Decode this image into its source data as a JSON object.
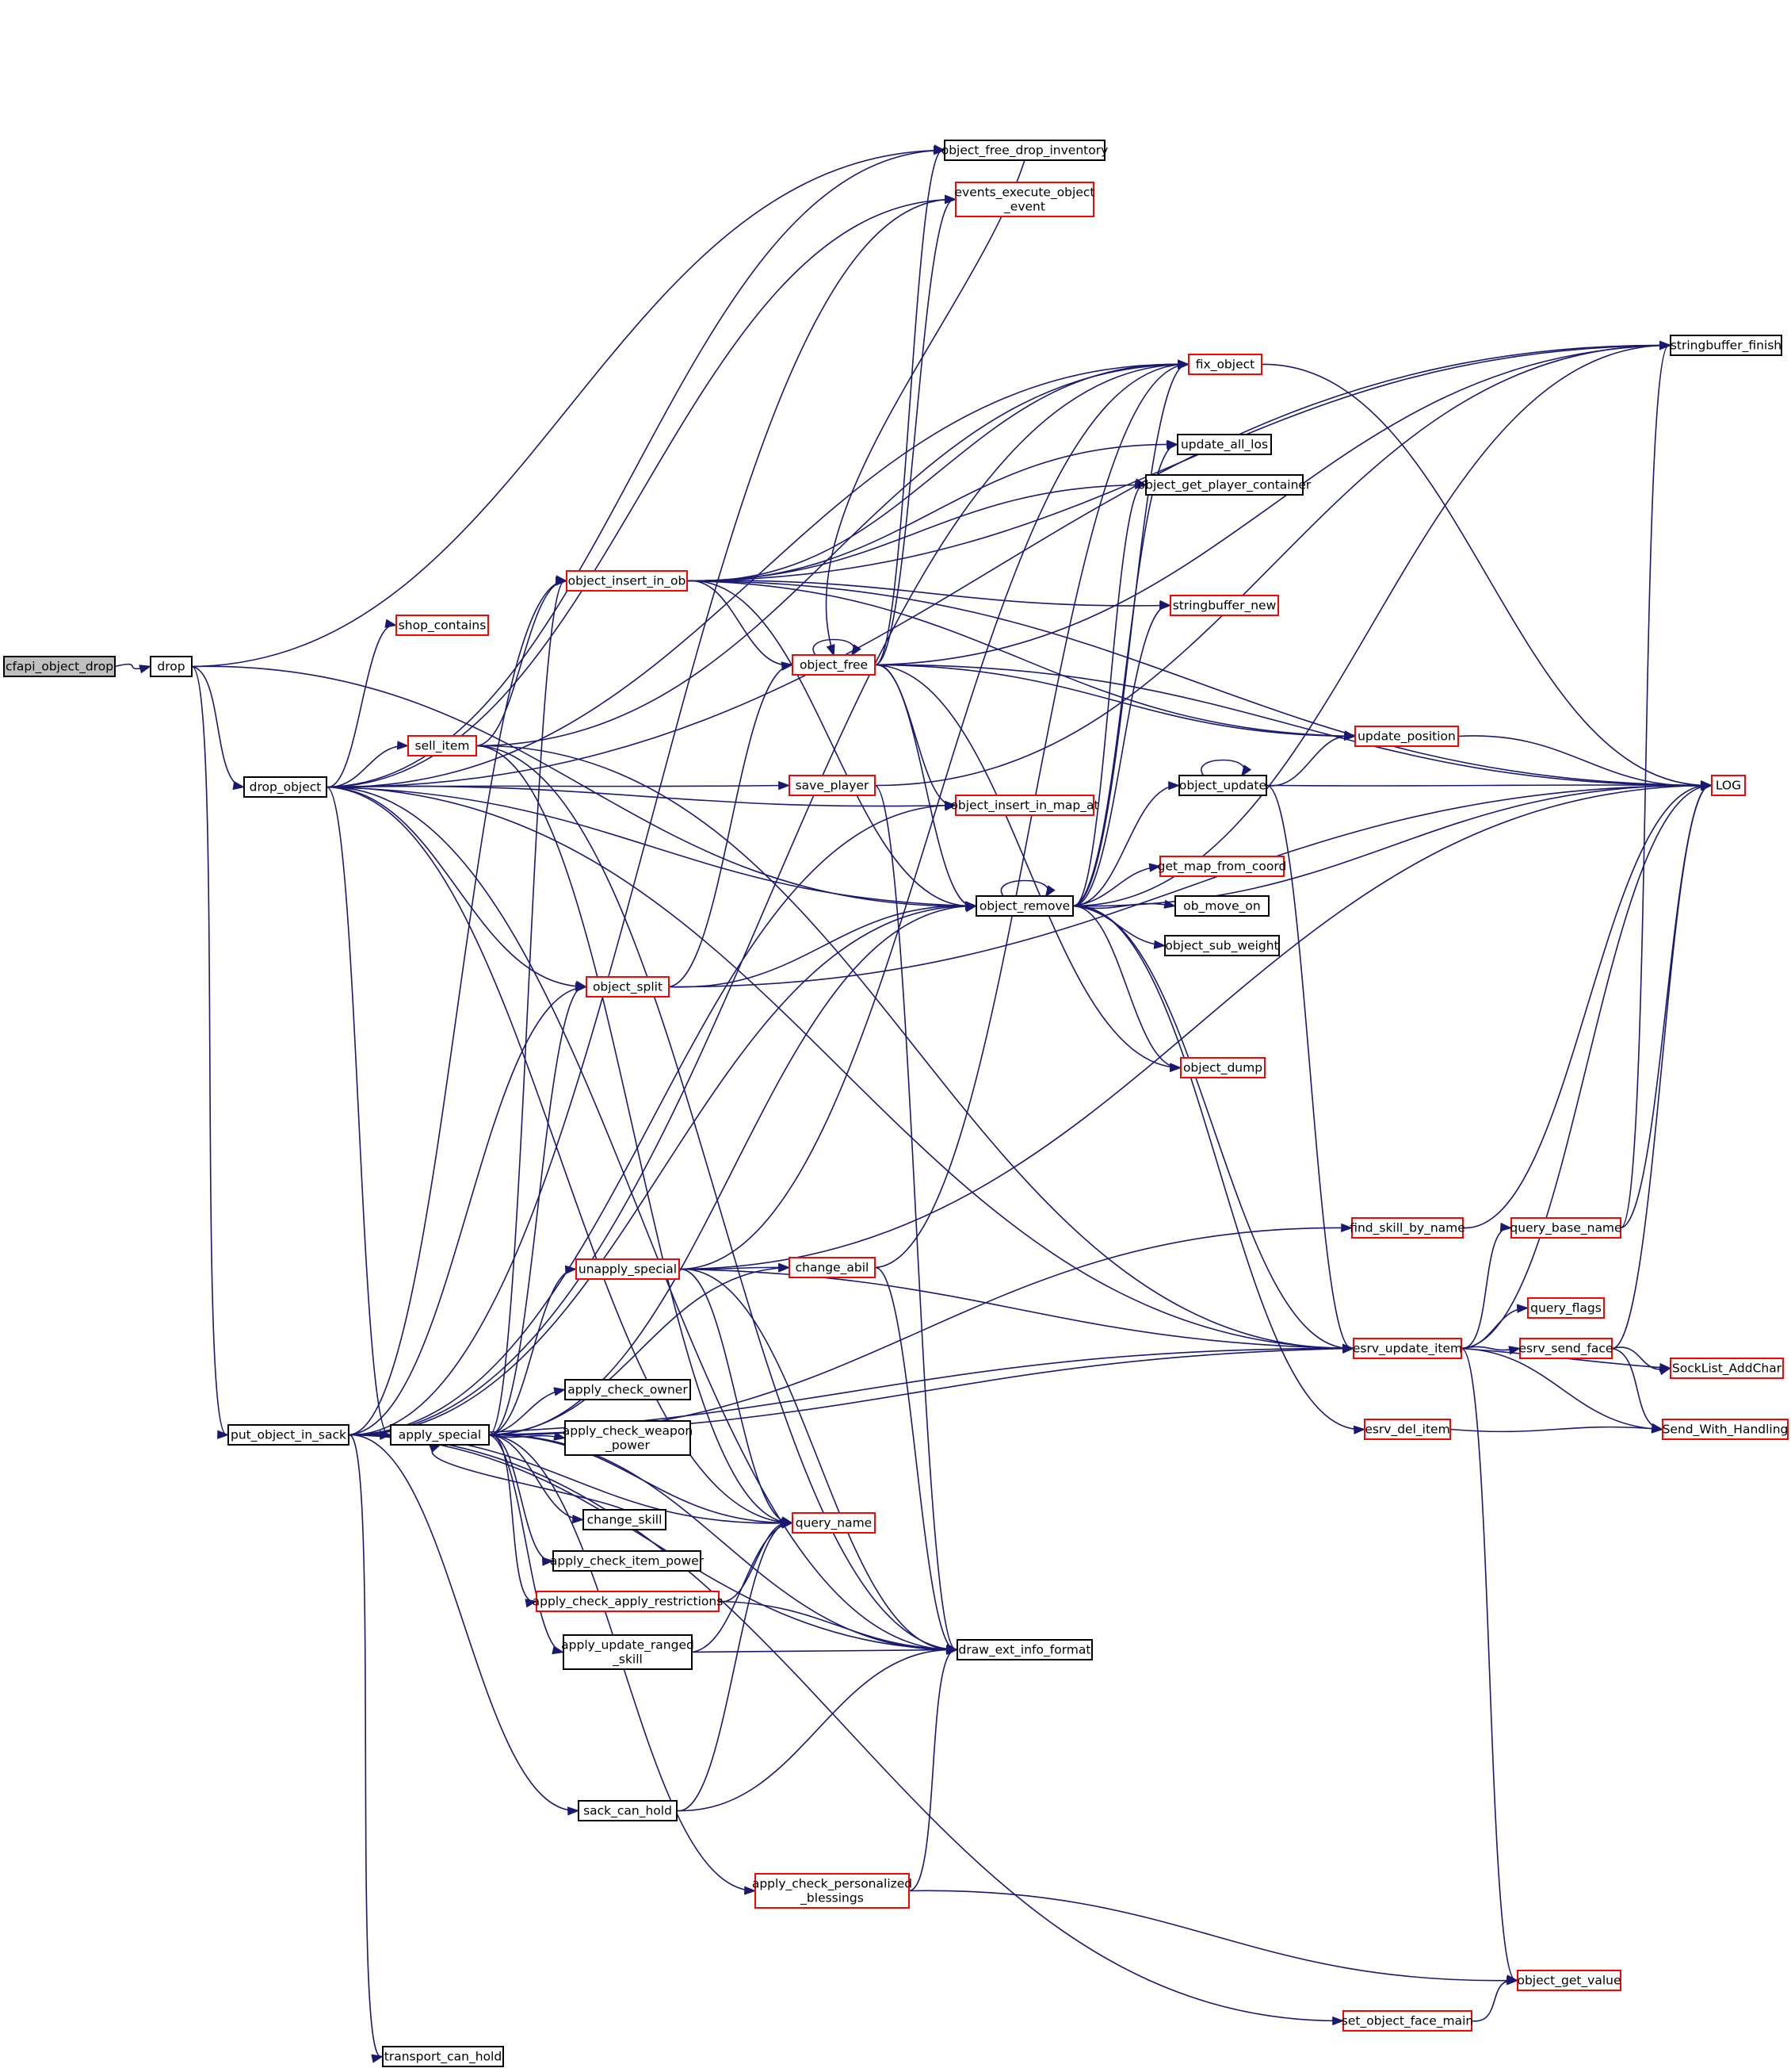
{
  "diagram": {
    "colors": {
      "edge": "#191970",
      "border_normal": "#000000",
      "border_truncated": "#ff0000",
      "root_fill": "#bfbfbf",
      "node_fill": "#ffffff"
    },
    "nodes": [
      {
        "id": "cfapi_object_drop",
        "lines": [
          "cfapi_object_drop"
        ],
        "style": "root"
      },
      {
        "id": "drop",
        "lines": [
          "drop"
        ],
        "style": "normal"
      },
      {
        "id": "drop_object",
        "lines": [
          "drop_object"
        ],
        "style": "normal"
      },
      {
        "id": "put_object_in_sack",
        "lines": [
          "put_object_in_sack"
        ],
        "style": "normal"
      },
      {
        "id": "shop_contains",
        "lines": [
          "shop_contains"
        ],
        "style": "truncated"
      },
      {
        "id": "sell_item",
        "lines": [
          "sell_item"
        ],
        "style": "truncated"
      },
      {
        "id": "object_insert_in_ob",
        "lines": [
          "object_insert_in_ob"
        ],
        "style": "truncated"
      },
      {
        "id": "object_split",
        "lines": [
          "object_split"
        ],
        "style": "truncated"
      },
      {
        "id": "apply_special",
        "lines": [
          "apply_special"
        ],
        "style": "normal"
      },
      {
        "id": "unapply_special",
        "lines": [
          "unapply_special"
        ],
        "style": "truncated"
      },
      {
        "id": "apply_check_owner",
        "lines": [
          "apply_check_owner"
        ],
        "style": "normal"
      },
      {
        "id": "apply_check_weapon_power",
        "lines": [
          "apply_check_weapon",
          "_power"
        ],
        "style": "normal"
      },
      {
        "id": "change_skill",
        "lines": [
          "change_skill"
        ],
        "style": "normal"
      },
      {
        "id": "apply_check_item_power",
        "lines": [
          "apply_check_item_power"
        ],
        "style": "normal"
      },
      {
        "id": "apply_check_apply_restrictions",
        "lines": [
          "apply_check_apply_restrictions"
        ],
        "style": "truncated"
      },
      {
        "id": "apply_update_ranged_skill",
        "lines": [
          "apply_update_ranged",
          "_skill"
        ],
        "style": "normal"
      },
      {
        "id": "sack_can_hold",
        "lines": [
          "sack_can_hold"
        ],
        "style": "normal"
      },
      {
        "id": "apply_check_personalized_blessings",
        "lines": [
          "apply_check_personalized",
          "_blessings"
        ],
        "style": "truncated"
      },
      {
        "id": "transport_can_hold",
        "lines": [
          "transport_can_hold"
        ],
        "style": "normal"
      },
      {
        "id": "object_free",
        "lines": [
          "object_free"
        ],
        "style": "truncated"
      },
      {
        "id": "save_player",
        "lines": [
          "save_player"
        ],
        "style": "truncated"
      },
      {
        "id": "change_abil",
        "lines": [
          "change_abil"
        ],
        "style": "truncated"
      },
      {
        "id": "query_name",
        "lines": [
          "query_name"
        ],
        "style": "truncated"
      },
      {
        "id": "object_free_drop_inventory",
        "lines": [
          "object_free_drop_inventory"
        ],
        "style": "normal"
      },
      {
        "id": "events_execute_object_event",
        "lines": [
          "events_execute_object",
          "_event"
        ],
        "style": "truncated"
      },
      {
        "id": "object_insert_in_map_at",
        "lines": [
          "object_insert_in_map_at"
        ],
        "style": "truncated"
      },
      {
        "id": "object_remove",
        "lines": [
          "object_remove"
        ],
        "style": "normal"
      },
      {
        "id": "draw_ext_info_format",
        "lines": [
          "draw_ext_info_format"
        ],
        "style": "normal"
      },
      {
        "id": "fix_object",
        "lines": [
          "fix_object"
        ],
        "style": "truncated"
      },
      {
        "id": "update_all_los",
        "lines": [
          "update_all_los"
        ],
        "style": "normal"
      },
      {
        "id": "object_get_player_container",
        "lines": [
          "object_get_player_container"
        ],
        "style": "normal"
      },
      {
        "id": "stringbuffer_new",
        "lines": [
          "stringbuffer_new"
        ],
        "style": "truncated"
      },
      {
        "id": "object_update",
        "lines": [
          "object_update"
        ],
        "style": "normal"
      },
      {
        "id": "get_map_from_coord",
        "lines": [
          "get_map_from_coord"
        ],
        "style": "truncated"
      },
      {
        "id": "ob_move_on",
        "lines": [
          "ob_move_on"
        ],
        "style": "normal"
      },
      {
        "id": "object_sub_weight",
        "lines": [
          "object_sub_weight"
        ],
        "style": "normal"
      },
      {
        "id": "object_dump",
        "lines": [
          "object_dump"
        ],
        "style": "truncated"
      },
      {
        "id": "update_position",
        "lines": [
          "update_position"
        ],
        "style": "truncated"
      },
      {
        "id": "find_skill_by_name",
        "lines": [
          "find_skill_by_name"
        ],
        "style": "truncated"
      },
      {
        "id": "esrv_update_item",
        "lines": [
          "esrv_update_item"
        ],
        "style": "truncated"
      },
      {
        "id": "esrv_del_item",
        "lines": [
          "esrv_del_item"
        ],
        "style": "truncated"
      },
      {
        "id": "set_object_face_main",
        "lines": [
          "set_object_face_main"
        ],
        "style": "truncated"
      },
      {
        "id": "stringbuffer_finish",
        "lines": [
          "stringbuffer_finish"
        ],
        "style": "normal"
      },
      {
        "id": "LOG",
        "lines": [
          "LOG"
        ],
        "style": "truncated"
      },
      {
        "id": "query_base_name",
        "lines": [
          "query_base_name"
        ],
        "style": "truncated"
      },
      {
        "id": "query_flags",
        "lines": [
          "query_flags"
        ],
        "style": "truncated"
      },
      {
        "id": "esrv_send_face",
        "lines": [
          "esrv_send_face"
        ],
        "style": "truncated"
      },
      {
        "id": "SockList_AddChar",
        "lines": [
          "SockList_AddChar"
        ],
        "style": "truncated"
      },
      {
        "id": "Send_With_Handling",
        "lines": [
          "Send_With_Handling"
        ],
        "style": "truncated"
      },
      {
        "id": "object_get_value",
        "lines": [
          "object_get_value"
        ],
        "style": "truncated"
      }
    ],
    "edges": [
      [
        "cfapi_object_drop",
        "drop"
      ],
      [
        "drop",
        "drop_object"
      ],
      [
        "drop",
        "put_object_in_sack"
      ],
      [
        "drop",
        "object_free_drop_inventory"
      ],
      [
        "drop",
        "object_remove"
      ],
      [
        "drop_object",
        "shop_contains"
      ],
      [
        "drop_object",
        "sell_item"
      ],
      [
        "drop_object",
        "save_player"
      ],
      [
        "drop_object",
        "object_insert_in_map_at"
      ],
      [
        "drop_object",
        "object_remove"
      ],
      [
        "drop_object",
        "object_split"
      ],
      [
        "drop_object",
        "apply_special"
      ],
      [
        "drop_object",
        "draw_ext_info_format"
      ],
      [
        "drop_object",
        "query_name"
      ],
      [
        "drop_object",
        "esrv_update_item"
      ],
      [
        "drop_object",
        "events_execute_object_event"
      ],
      [
        "drop_object",
        "object_free_drop_inventory"
      ],
      [
        "drop_object",
        "fix_object"
      ],
      [
        "drop_object",
        "stringbuffer_finish"
      ],
      [
        "put_object_in_sack",
        "apply_special"
      ],
      [
        "put_object_in_sack",
        "object_insert_in_ob"
      ],
      [
        "put_object_in_sack",
        "object_split"
      ],
      [
        "put_object_in_sack",
        "object_remove"
      ],
      [
        "put_object_in_sack",
        "object_insert_in_map_at"
      ],
      [
        "put_object_in_sack",
        "sack_can_hold"
      ],
      [
        "put_object_in_sack",
        "query_name"
      ],
      [
        "put_object_in_sack",
        "draw_ext_info_format"
      ],
      [
        "put_object_in_sack",
        "esrv_update_item"
      ],
      [
        "put_object_in_sack",
        "set_object_face_main"
      ],
      [
        "put_object_in_sack",
        "transport_can_hold"
      ],
      [
        "put_object_in_sack",
        "events_execute_object_event"
      ],
      [
        "put_object_in_sack",
        "fix_object"
      ],
      [
        "sell_item",
        "object_insert_in_ob"
      ],
      [
        "sell_item",
        "esrv_update_item"
      ],
      [
        "sell_item",
        "draw_ext_info_format"
      ],
      [
        "sell_item",
        "query_name"
      ],
      [
        "sell_item",
        "fix_object"
      ],
      [
        "object_insert_in_ob",
        "object_free"
      ],
      [
        "object_insert_in_ob",
        "fix_object"
      ],
      [
        "object_insert_in_ob",
        "update_all_los"
      ],
      [
        "object_insert_in_ob",
        "object_get_player_container"
      ],
      [
        "object_insert_in_ob",
        "stringbuffer_new"
      ],
      [
        "object_insert_in_ob",
        "object_remove"
      ],
      [
        "object_insert_in_ob",
        "update_position"
      ],
      [
        "object_insert_in_ob",
        "LOG"
      ],
      [
        "object_insert_in_ob",
        "stringbuffer_finish"
      ],
      [
        "object_split",
        "object_free"
      ],
      [
        "object_split",
        "object_remove"
      ],
      [
        "object_split",
        "LOG"
      ],
      [
        "apply_special",
        "unapply_special"
      ],
      [
        "apply_special",
        "apply_check_owner"
      ],
      [
        "apply_special",
        "apply_check_weapon_power"
      ],
      [
        "apply_special",
        "change_skill"
      ],
      [
        "apply_special",
        "apply_check_item_power"
      ],
      [
        "apply_special",
        "apply_check_apply_restrictions"
      ],
      [
        "apply_special",
        "apply_update_ranged_skill"
      ],
      [
        "apply_special",
        "apply_check_personalized_blessings"
      ],
      [
        "apply_special",
        "query_name"
      ],
      [
        "apply_special",
        "change_abil"
      ],
      [
        "apply_special",
        "object_split"
      ],
      [
        "apply_special",
        "object_insert_in_ob"
      ],
      [
        "apply_special",
        "object_remove"
      ],
      [
        "apply_special",
        "draw_ext_info_format"
      ],
      [
        "apply_special",
        "esrv_update_item"
      ],
      [
        "apply_special",
        "find_skill_by_name"
      ],
      [
        "unapply_special",
        "change_abil"
      ],
      [
        "unapply_special",
        "query_name"
      ],
      [
        "unapply_special",
        "draw_ext_info_format"
      ],
      [
        "unapply_special",
        "esrv_update_item"
      ],
      [
        "unapply_special",
        "fix_object"
      ],
      [
        "unapply_special",
        "LOG"
      ],
      [
        "change_skill",
        "apply_special"
      ],
      [
        "apply_check_apply_restrictions",
        "query_name"
      ],
      [
        "apply_check_apply_restrictions",
        "draw_ext_info_format"
      ],
      [
        "apply_update_ranged_skill",
        "draw_ext_info_format"
      ],
      [
        "apply_update_ranged_skill",
        "query_name"
      ],
      [
        "sack_can_hold",
        "query_name"
      ],
      [
        "sack_can_hold",
        "draw_ext_info_format"
      ],
      [
        "apply_check_personalized_blessings",
        "draw_ext_info_format"
      ],
      [
        "apply_check_personalized_blessings",
        "object_get_value"
      ],
      [
        "object_free",
        "object_free"
      ],
      [
        "object_free",
        "object_free_drop_inventory"
      ],
      [
        "object_free",
        "events_execute_object_event"
      ],
      [
        "object_free",
        "object_insert_in_map_at"
      ],
      [
        "object_free",
        "object_remove"
      ],
      [
        "object_free",
        "object_dump"
      ],
      [
        "object_free",
        "update_position"
      ],
      [
        "object_free",
        "LOG"
      ],
      [
        "object_free",
        "stringbuffer_finish"
      ],
      [
        "save_player",
        "draw_ext_info_format"
      ],
      [
        "save_player",
        "stringbuffer_finish"
      ],
      [
        "change_abil",
        "draw_ext_info_format"
      ],
      [
        "change_abil",
        "fix_object"
      ],
      [
        "object_free_drop_inventory",
        "object_free"
      ],
      [
        "object_remove",
        "object_remove"
      ],
      [
        "object_remove",
        "fix_object"
      ],
      [
        "object_remove",
        "update_all_los"
      ],
      [
        "object_remove",
        "object_get_player_container"
      ],
      [
        "object_remove",
        "stringbuffer_new"
      ],
      [
        "object_remove",
        "object_update"
      ],
      [
        "object_remove",
        "get_map_from_coord"
      ],
      [
        "object_remove",
        "ob_move_on"
      ],
      [
        "object_remove",
        "object_sub_weight"
      ],
      [
        "object_remove",
        "object_dump"
      ],
      [
        "object_remove",
        "esrv_update_item"
      ],
      [
        "object_remove",
        "esrv_del_item"
      ],
      [
        "object_remove",
        "LOG"
      ],
      [
        "object_remove",
        "stringbuffer_finish"
      ],
      [
        "fix_object",
        "LOG"
      ],
      [
        "object_update",
        "object_update"
      ],
      [
        "object_update",
        "update_position"
      ],
      [
        "object_update",
        "LOG"
      ],
      [
        "object_update",
        "esrv_update_item"
      ],
      [
        "update_position",
        "LOG"
      ],
      [
        "find_skill_by_name",
        "LOG"
      ],
      [
        "esrv_update_item",
        "query_base_name"
      ],
      [
        "esrv_update_item",
        "query_flags"
      ],
      [
        "esrv_update_item",
        "esrv_send_face"
      ],
      [
        "esrv_update_item",
        "SockList_AddChar"
      ],
      [
        "esrv_update_item",
        "Send_With_Handling"
      ],
      [
        "esrv_update_item",
        "object_get_value"
      ],
      [
        "esrv_update_item",
        "LOG"
      ],
      [
        "esrv_del_item",
        "Send_With_Handling"
      ],
      [
        "set_object_face_main",
        "object_get_value"
      ],
      [
        "query_base_name",
        "stringbuffer_finish"
      ],
      [
        "query_base_name",
        "LOG"
      ],
      [
        "esrv_send_face",
        "SockList_AddChar"
      ],
      [
        "esrv_send_face",
        "Send_With_Handling"
      ],
      [
        "esrv_send_face",
        "LOG"
      ]
    ]
  }
}
